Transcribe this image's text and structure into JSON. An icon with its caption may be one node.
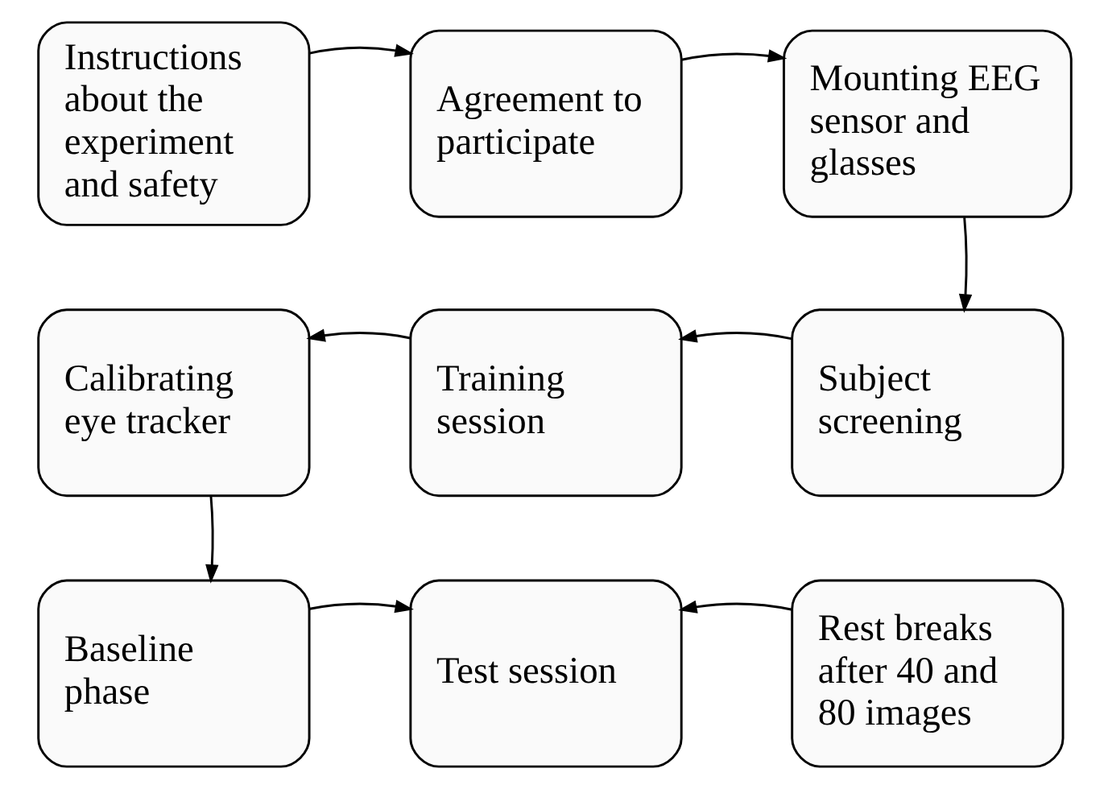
{
  "diagram": {
    "nodes": [
      {
        "text": [
          "Instructions about the experiment and safety"
        ]
      },
      {
        "text": [
          "Agreement to participate"
        ]
      },
      {
        "text": [
          "Mounting EEG sensor and glasses"
        ]
      },
      {
        "text": [
          "Subject screening"
        ]
      },
      {
        "text": [
          "Training session"
        ]
      },
      {
        "text": [
          "Calibrating eye tracker"
        ]
      },
      {
        "text": [
          "Baseline phase"
        ]
      },
      {
        "text": [
          "Test session"
        ]
      },
      {
        "text": [
          "Rest breaks after 40 and 80 images"
        ]
      }
    ],
    "edges": [
      {
        "from": 0,
        "to": 1,
        "arrow": "to"
      },
      {
        "from": 1,
        "to": 2,
        "arrow": "to"
      },
      {
        "from": 2,
        "to": 3,
        "arrow": "to"
      },
      {
        "from": 3,
        "to": 4,
        "arrow": "to"
      },
      {
        "from": 4,
        "to": 5,
        "arrow": "to"
      },
      {
        "from": 5,
        "to": 6,
        "arrow": "to"
      },
      {
        "from": 6,
        "to": 7,
        "arrow": "to"
      },
      {
        "from": 8,
        "to": 7,
        "arrow": "to"
      }
    ]
  }
}
